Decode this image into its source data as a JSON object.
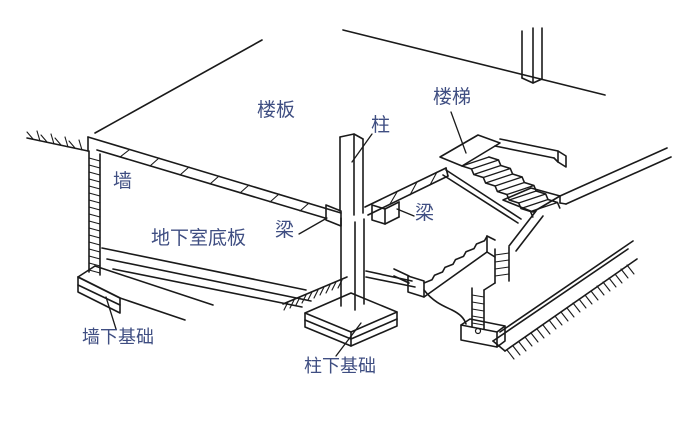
{
  "diagram": {
    "title_hint": "building structural components isometric drawing",
    "background_color": "#ffffff",
    "line_color": "#1a1a1a",
    "label_color": "#3f4e82",
    "labels": [
      {
        "id": "floor-slab",
        "text": "楼板"
      },
      {
        "id": "column",
        "text": "柱"
      },
      {
        "id": "stairs",
        "text": "楼梯"
      },
      {
        "id": "wall",
        "text": "墙"
      },
      {
        "id": "basement-slab",
        "text": "地下室底板"
      },
      {
        "id": "beam-left",
        "text": "梁"
      },
      {
        "id": "beam-right",
        "text": "梁"
      },
      {
        "id": "wall-footing",
        "text": "墙下基础"
      },
      {
        "id": "column-footing",
        "text": "柱下基础"
      }
    ]
  }
}
